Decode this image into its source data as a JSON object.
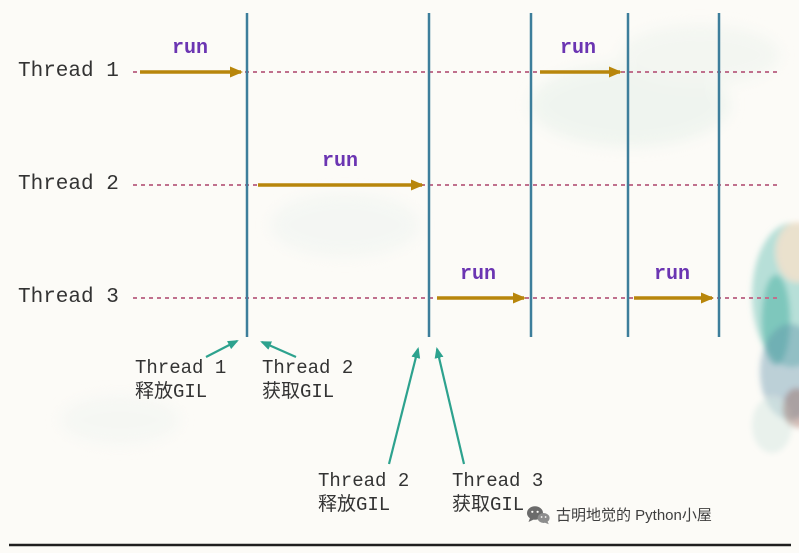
{
  "diagram": {
    "title_semantic": "GIL thread switching timeline",
    "threads": [
      {
        "label": "Thread 1"
      },
      {
        "label": "Thread 2"
      },
      {
        "label": "Thread 3"
      }
    ],
    "run_labels": [
      "run",
      "run",
      "run",
      "run",
      "run"
    ],
    "annotations": [
      {
        "line1": "Thread 1",
        "line2": "释放GIL"
      },
      {
        "line1": "Thread 2",
        "line2": "获取GIL"
      },
      {
        "line1": "Thread 2",
        "line2": "释放GIL"
      },
      {
        "line1": "Thread 3",
        "line2": "获取GIL"
      }
    ],
    "colors": {
      "bg": "#fcfbf7",
      "timeline": "#c0708d",
      "barrier": "#3d7e9b",
      "run_arrow": "#b8860b",
      "run_text": "#6b35b2",
      "annotation_arrow": "#2da28e",
      "text": "#333333",
      "watermark": "#3e3e3e",
      "border": "#1f1f1f"
    }
  },
  "watermark": {
    "icon": "wechat-icon",
    "text": "古明地觉的 Python小屋"
  }
}
